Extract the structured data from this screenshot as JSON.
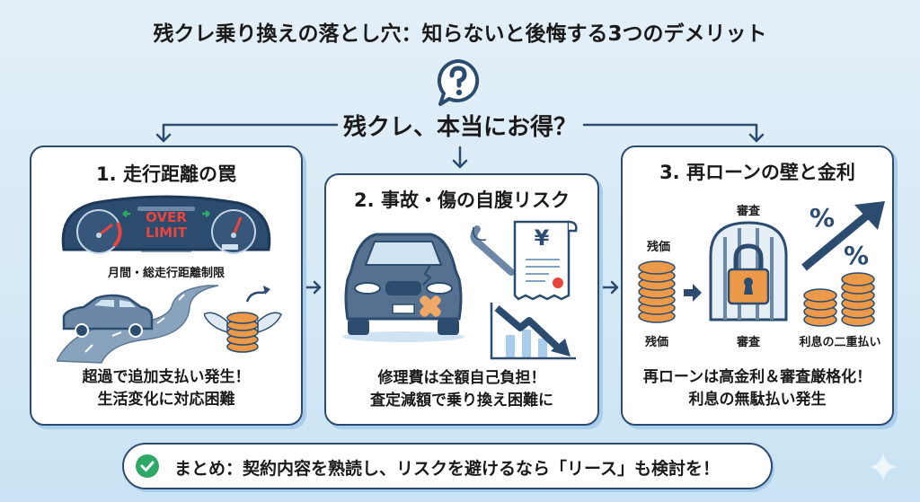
{
  "title": "残クレ乗り換えの落とし穴：知らないと後悔する3つのデメリット",
  "question": "残クレ、本当にお得？",
  "icons": {
    "question_bubble": "question-bubble-icon",
    "check": "check-circle-icon",
    "sparkle": "sparkle-icon"
  },
  "colors": {
    "navy": "#2b4c6f",
    "orange": "#ec9a4a",
    "red": "#e8453c",
    "green": "#2ea866",
    "light_blue": "#a9cdea"
  },
  "cards": [
    {
      "title": "1. 走行距離の罠",
      "dashboard_text_1": "OVER",
      "dashboard_text_2": "LIMIT",
      "caption": "月間・総走行距離制限",
      "text_line1": "超過で追加支払い発生！",
      "text_line2": "生活変化に対応困難"
    },
    {
      "title": "2. 事故・傷の自腹リスク",
      "receipt_symbol": "¥",
      "text_line1": "修理費は全額自己負担！",
      "text_line2": "査定減額で乗り換え困難に"
    },
    {
      "title": "3. 再ローンの壁と金利",
      "label_residual_top": "残価",
      "label_review_top": "審査",
      "percent_1": "%",
      "percent_2": "%",
      "label_residual_bottom": "残価",
      "label_review_bottom": "審査",
      "label_double_interest": "利息の二重払い",
      "text_line1": "再ローンは高金利＆審査厳格化！",
      "text_line2": "利息の無駄払い発生"
    }
  ],
  "summary": "まとめ：契約内容を熟読し、リスクを避けるなら「リース」も検討を！"
}
